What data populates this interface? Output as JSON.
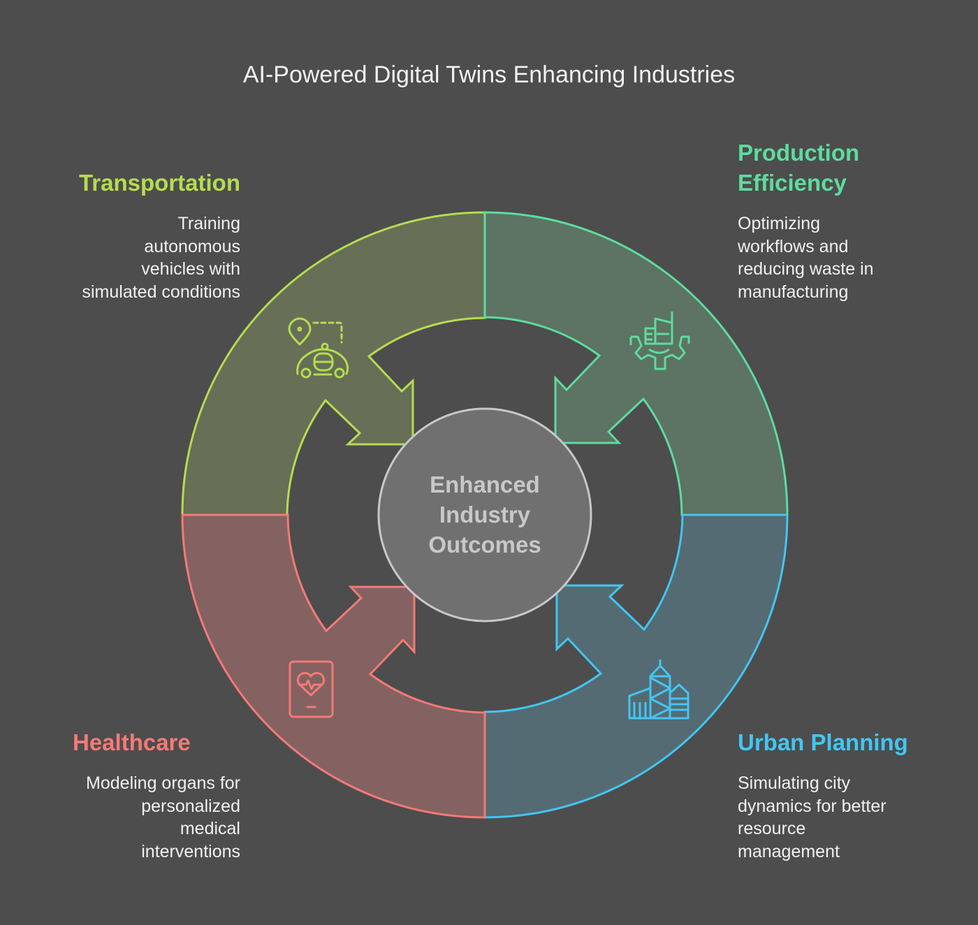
{
  "title": "AI-Powered Digital Twins Enhancing Industries",
  "center": {
    "lines": [
      "Enhanced",
      "Industry",
      "Outcomes"
    ]
  },
  "segments": [
    {
      "id": "transportation",
      "heading_lines": [
        "Transportation"
      ],
      "description_lines": [
        "Training",
        "autonomous",
        "vehicles with",
        "simulated conditions"
      ],
      "icon": "autonomous-car-icon",
      "color": "#b5dc50",
      "fill": "#676f57"
    },
    {
      "id": "production",
      "heading_lines": [
        "Production",
        "Efficiency"
      ],
      "description_lines": [
        "Optimizing",
        "workflows and",
        "reducing waste in",
        "manufacturing"
      ],
      "icon": "factory-gear-icon",
      "color": "#5ddc9e",
      "fill": "#5d7363"
    },
    {
      "id": "urban",
      "heading_lines": [
        "Urban Planning"
      ],
      "description_lines": [
        "Simulating city",
        "dynamics for better",
        "resource",
        "management"
      ],
      "icon": "city-buildings-icon",
      "color": "#42c6f2",
      "fill": "#546b73"
    },
    {
      "id": "healthcare",
      "heading_lines": [
        "Healthcare"
      ],
      "description_lines": [
        "Modeling organs for",
        "personalized",
        "medical",
        "interventions"
      ],
      "icon": "heart-tablet-icon",
      "color": "#f47a76",
      "fill": "#846262"
    }
  ]
}
